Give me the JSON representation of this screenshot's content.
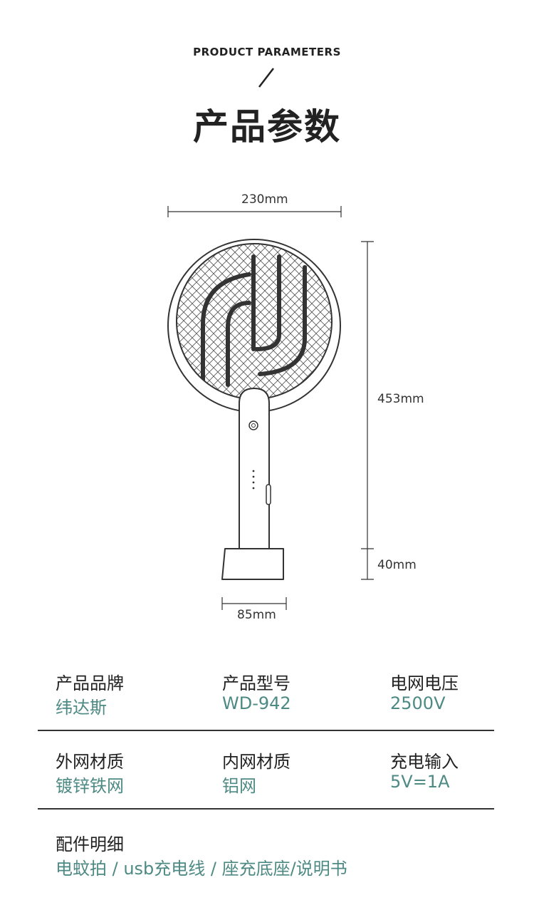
{
  "header": {
    "subtitle_en": "PRODUCT PARAMETERS",
    "title_cn": "产品参数"
  },
  "dimensions": {
    "width": "230mm",
    "height_body": "453mm",
    "height_base": "40mm",
    "base_width": "85mm"
  },
  "params": [
    {
      "label": "产品品牌",
      "value": "纬达斯"
    },
    {
      "label": "产品型号",
      "value": "WD-942"
    },
    {
      "label": "电网电压",
      "value": "2500V"
    },
    {
      "label": "外网材质",
      "value": "镀锌铁网"
    },
    {
      "label": "内网材质",
      "value": "铝网"
    },
    {
      "label": "充电输入",
      "value": "5V=1A"
    }
  ],
  "accessories": {
    "label": "配件明细",
    "value": "电蚊拍 / usb充电线 / 座充底座/说明书"
  },
  "colors": {
    "accent": "#4e8a84",
    "text": "#222222",
    "line": "#333333"
  }
}
